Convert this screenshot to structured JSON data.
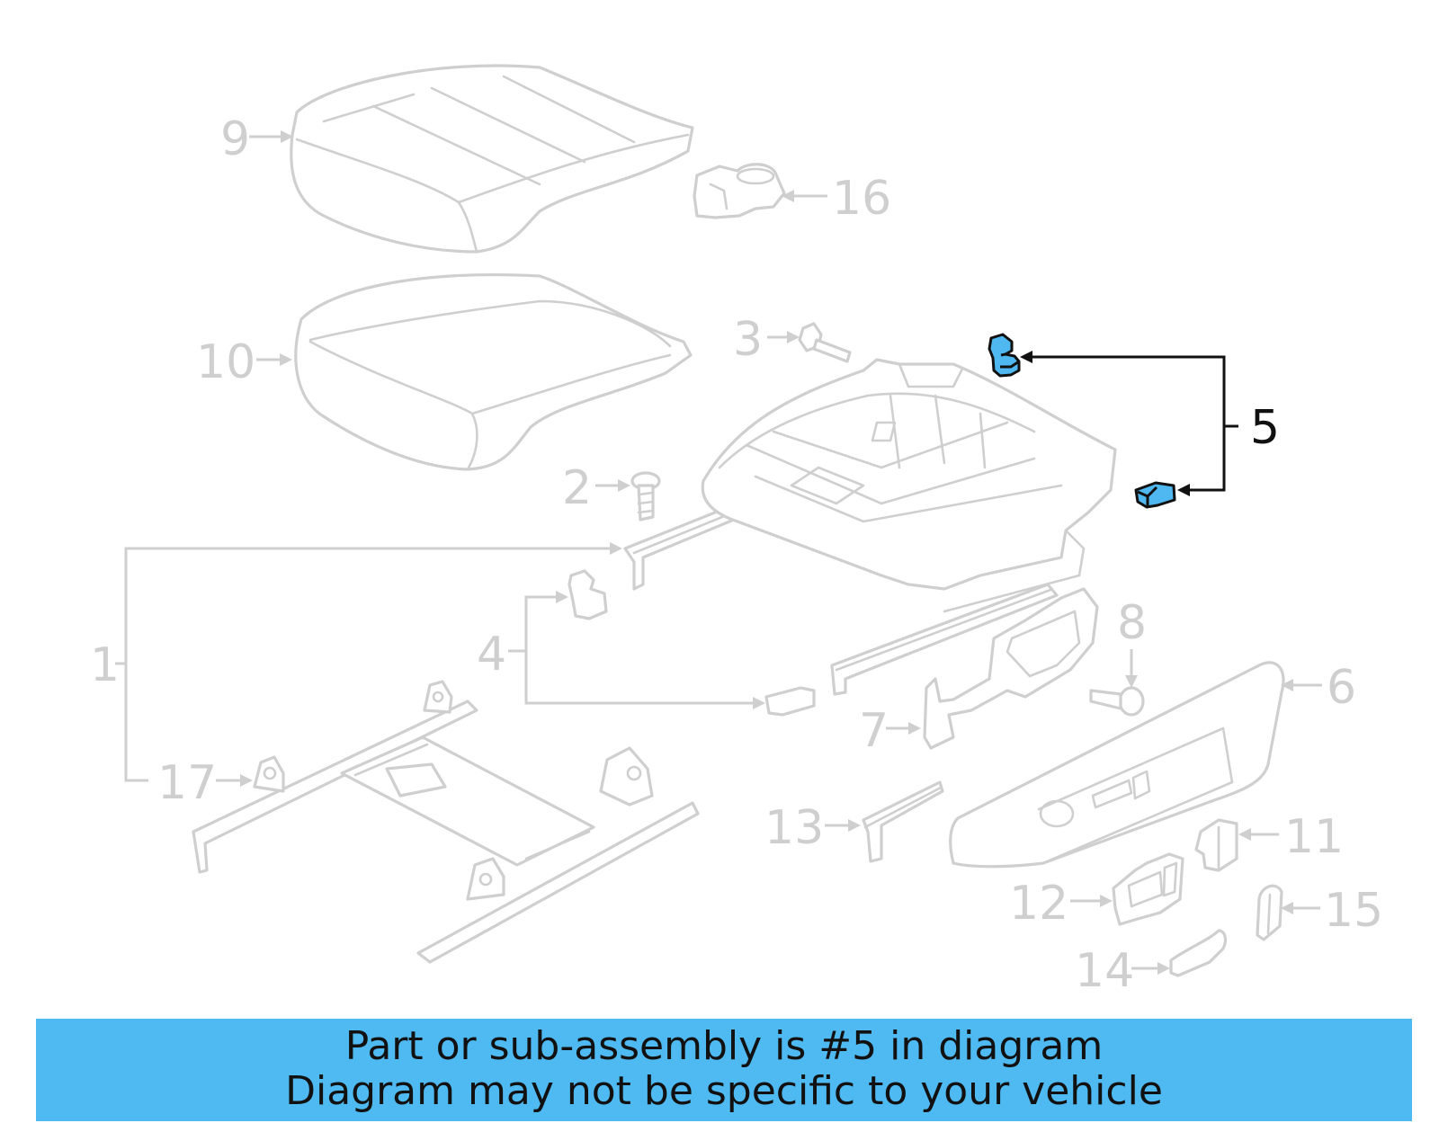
{
  "diagram": {
    "callouts": {
      "c1": "1",
      "c2": "2",
      "c3": "3",
      "c4": "4",
      "c5": "5",
      "c6": "6",
      "c7": "7",
      "c8": "8",
      "c9": "9",
      "c10": "10",
      "c11": "11",
      "c12": "12",
      "c13": "13",
      "c14": "14",
      "c15": "15",
      "c16": "16",
      "c17": "17"
    },
    "highlighted_part": "5",
    "colors": {
      "highlight": "#4fb8f0",
      "line_gray": "#cfcfcf",
      "banner": "#4fbaf2"
    }
  },
  "banner": {
    "line1": "Part or sub-assembly is #5 in diagram",
    "line2": "Diagram may not be specific to your vehicle"
  }
}
